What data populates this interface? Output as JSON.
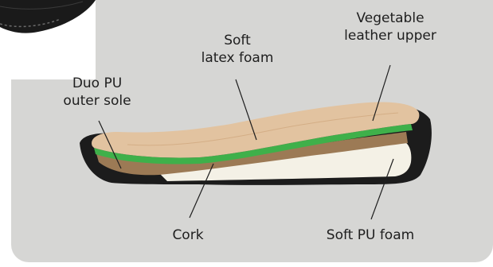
{
  "labels": {
    "veg_leather_l1": "Vegetable",
    "veg_leather_l2": "leather upper",
    "soft_latex_l1": "Soft",
    "soft_latex_l2": "latex foam",
    "duo_pu_l1": "Duo PU",
    "duo_pu_l2": "outer sole",
    "cork": "Cork",
    "soft_pu_foam": "Soft PU foam"
  },
  "colors": {
    "panel_background": "#d6d6d4",
    "leather": "#e2c3a0",
    "latex_foam": "#3fb04a",
    "cork": "#9c7a55",
    "pu_foam": "#f4f1e6",
    "outer_sole": "#1c1c1c"
  }
}
